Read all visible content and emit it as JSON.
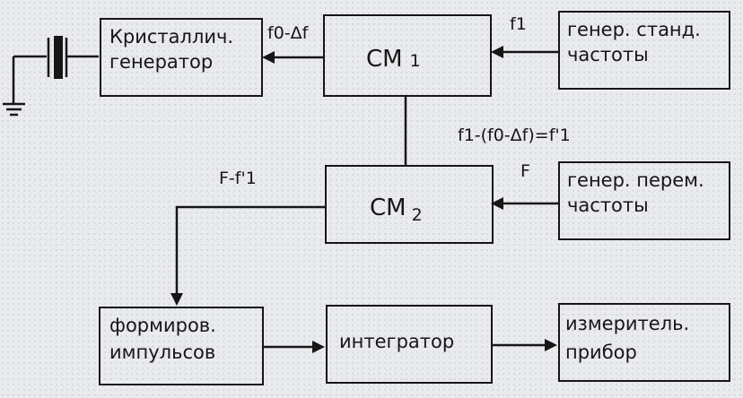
{
  "blocks": {
    "crystal": {
      "line1": "Кристаллич.",
      "line2": "генератор"
    },
    "cm1": {
      "name": "СМ",
      "index": "1"
    },
    "gen_std": {
      "line1": "генер. станд.",
      "line2": "частоты"
    },
    "cm2": {
      "name": "СМ",
      "index": "2"
    },
    "gen_var": {
      "line1": "генер. перем.",
      "line2": "частоты"
    },
    "shaper": {
      "line1": "формиров.",
      "line2": "импульсов"
    },
    "integrator": {
      "line1": "интегратор"
    },
    "meter": {
      "line1": "измеритель.",
      "line2": "прибор"
    }
  },
  "signals": {
    "f0_df": "f0-Δf",
    "f1": "f1",
    "diff": "f1-(f0-Δf)=f'1",
    "F": "F",
    "F_f1": "F-f'1"
  }
}
